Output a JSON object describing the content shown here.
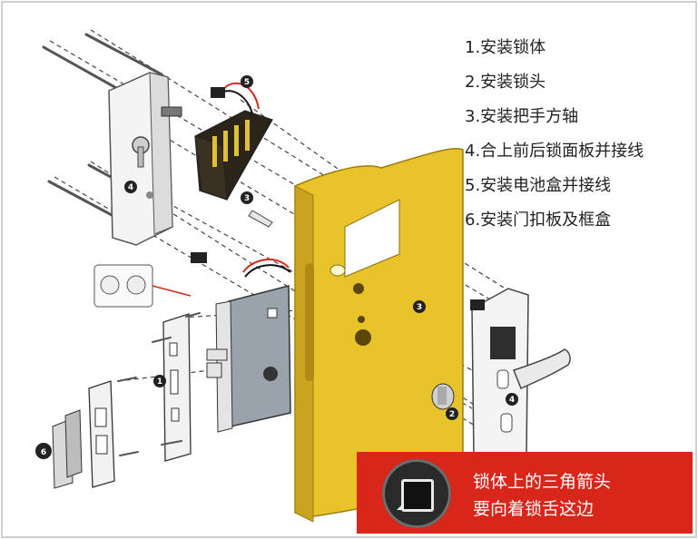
{
  "steps": [
    "1.安装锁体",
    "2.安装锁头",
    "3.安装把手方轴",
    "4.合上前后锁面板并接线",
    "5.安装电池盒并接线",
    "6.安装门扣板及框盒"
  ],
  "callouts": [
    "1",
    "2",
    "3",
    "3",
    "4",
    "4",
    "5",
    "6"
  ],
  "note": {
    "line1": "锁体上的三角箭头",
    "line2": "要向着锁舌这边"
  },
  "colors": {
    "door": "#e8c42a",
    "door_dark": "#b8941a",
    "banner": "#d9261b",
    "wire_red": "#d8281c"
  }
}
